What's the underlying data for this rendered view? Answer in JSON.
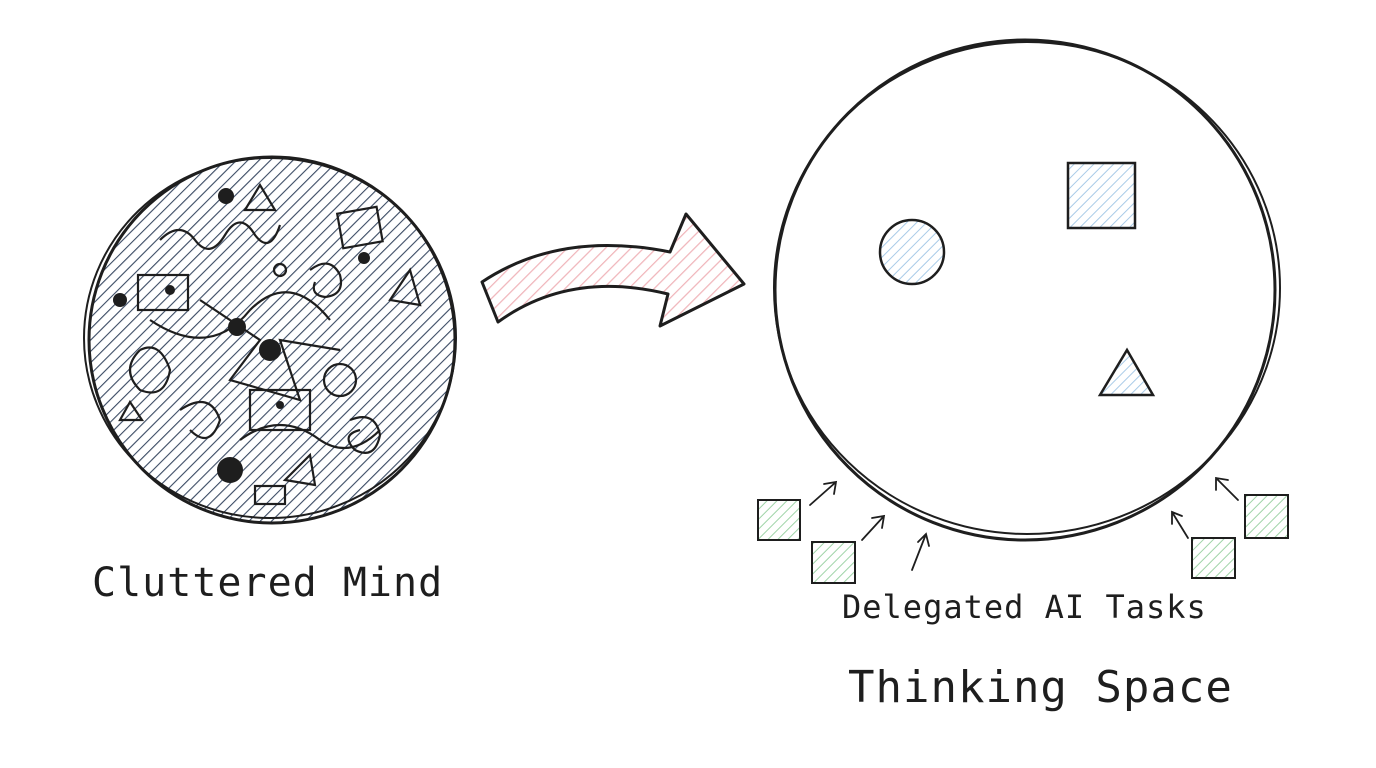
{
  "labels": {
    "left": "Cluttered Mind",
    "tasks": "Delegated AI Tasks",
    "right": "Thinking Space"
  },
  "colors": {
    "ink": "#1e1e1e",
    "clutter_fill": "#3a4a63",
    "arrow_fill": "#f4c5c8",
    "blue_fill": "#a9cbe8",
    "green_fill": "#9fd4a8"
  }
}
